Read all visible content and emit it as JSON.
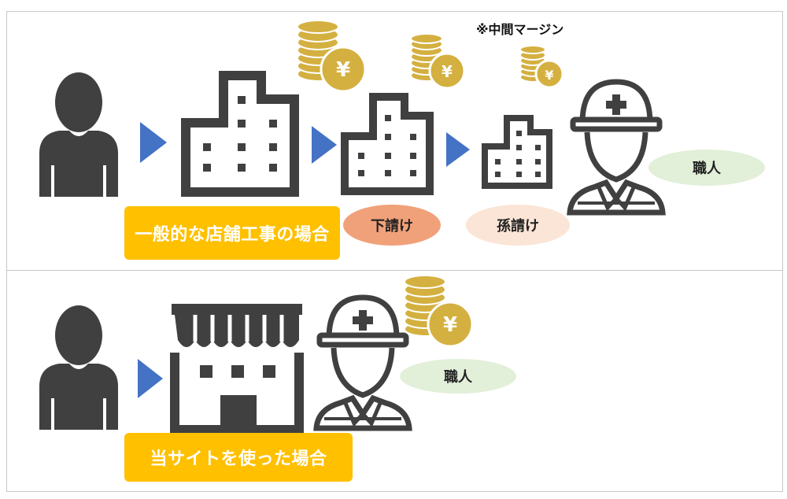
{
  "note": "※中間マージン",
  "top_section": {
    "caption": "一般的な店舗工事の場合",
    "subcontractor_label": "下請け",
    "sub_subcontractor_label": "孫請け",
    "craftsman_label": "職人",
    "colors": {
      "caption_bg": "#ffc000",
      "sub_oval": "#f0a17a",
      "subsub_oval": "#fbe5d6",
      "craftsman_oval": "#e2efd9"
    }
  },
  "bottom_section": {
    "caption": "当サイトを使った場合",
    "craftsman_label": "職人",
    "colors": {
      "caption_bg": "#ffc000",
      "craftsman_oval": "#e2efd9"
    }
  },
  "icons": {
    "customer": "person-silhouette-icon",
    "general_contractor": "large-building-icon",
    "subcontractor": "medium-building-icon",
    "sub_subcontractor": "small-building-icon",
    "craftsman": "hardhat-worker-icon",
    "shop": "storefront-icon",
    "margin": "yen-coin-stack-icon",
    "flow": "arrow-right-icon"
  },
  "colors": {
    "icon_gray": "#404040",
    "arrow_blue": "#4472c4",
    "coin_gold": "#d4b040"
  }
}
